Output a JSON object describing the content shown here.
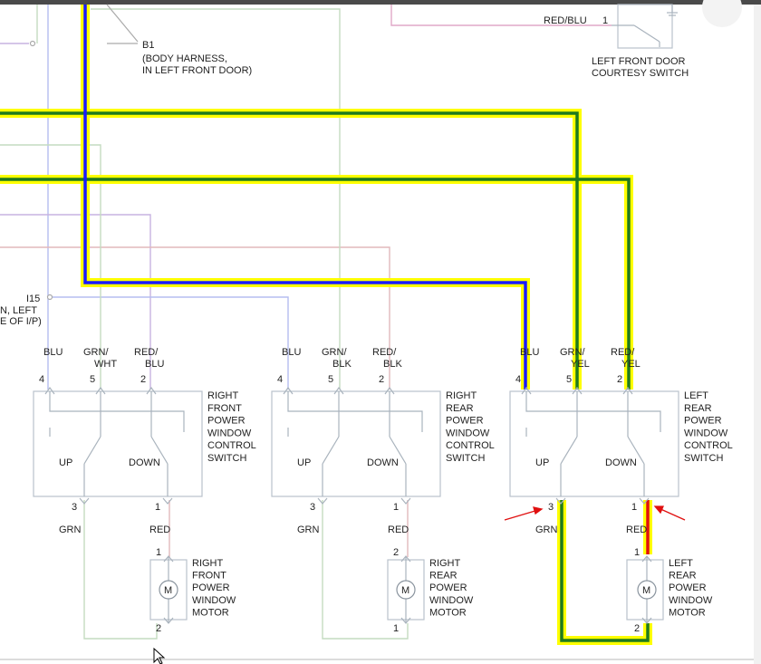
{
  "connectors": {
    "b1": {
      "id": "B1",
      "line1": "(BODY HARNESS,",
      "line2": "IN LEFT FRONT DOOR)"
    },
    "i15": {
      "id": "I15",
      "line1": "N, LEFT",
      "line2": "E OF I/P)"
    }
  },
  "courtesy_switch": {
    "wire": "RED/BLU",
    "pin": "1",
    "line1": "LEFT FRONT DOOR",
    "line2": "COURTESY SWITCH"
  },
  "switches": [
    {
      "pins_top": [
        "4",
        "5",
        "2"
      ],
      "wires_top": [
        "BLU",
        "GRN/|WHT",
        "RED/|BLU"
      ],
      "up": "UP",
      "down": "DOWN",
      "pins_bottom": [
        "3",
        "1"
      ],
      "wires_bottom": [
        "GRN",
        "RED"
      ],
      "name": [
        "RIGHT",
        "FRONT",
        "POWER",
        "WINDOW",
        "CONTROL",
        "SWITCH"
      ]
    },
    {
      "pins_top": [
        "4",
        "5",
        "2"
      ],
      "wires_top": [
        "BLU",
        "GRN/|BLK",
        "RED/|BLK"
      ],
      "up": "UP",
      "down": "DOWN",
      "pins_bottom": [
        "3",
        "1"
      ],
      "wires_bottom": [
        "GRN",
        "RED"
      ],
      "name": [
        "RIGHT",
        "REAR",
        "POWER",
        "WINDOW",
        "CONTROL",
        "SWITCH"
      ]
    },
    {
      "pins_top": [
        "4",
        "5",
        "2"
      ],
      "wires_top": [
        "BLU",
        "GRN/|YEL",
        "RED/|YEL"
      ],
      "up": "UP",
      "down": "DOWN",
      "pins_bottom": [
        "3",
        "1"
      ],
      "wires_bottom": [
        "GRN",
        "RED"
      ],
      "name": [
        "LEFT",
        "REAR",
        "POWER",
        "WINDOW",
        "CONTROL",
        "SWITCH"
      ]
    }
  ],
  "motors": [
    {
      "pin_top": "1",
      "pin_bottom": "2",
      "symbol": "M",
      "name": [
        "RIGHT",
        "FRONT",
        "POWER",
        "WINDOW",
        "MOTOR"
      ]
    },
    {
      "pin_top": "2",
      "pin_bottom": "1",
      "symbol": "M",
      "name": [
        "RIGHT",
        "REAR",
        "POWER",
        "WINDOW",
        "MOTOR"
      ]
    },
    {
      "pin_top": "1",
      "pin_bottom": "2",
      "symbol": "M",
      "name": [
        "LEFT",
        "REAR",
        "POWER",
        "WINDOW",
        "MOTOR"
      ]
    }
  ],
  "colors": {
    "highlight": "#ffff00",
    "blu_wire": "#1a1aff",
    "grn_wire": "#1e7a1e",
    "red_wire": "#e01010",
    "faint_green": "#c4dcc0",
    "faint_pink": "#e2b8bc",
    "faint_purple": "#c7b3e0",
    "faint_blue": "#b5bdf0",
    "box_stroke": "#b9c2cc",
    "arrow": "#e01010"
  }
}
